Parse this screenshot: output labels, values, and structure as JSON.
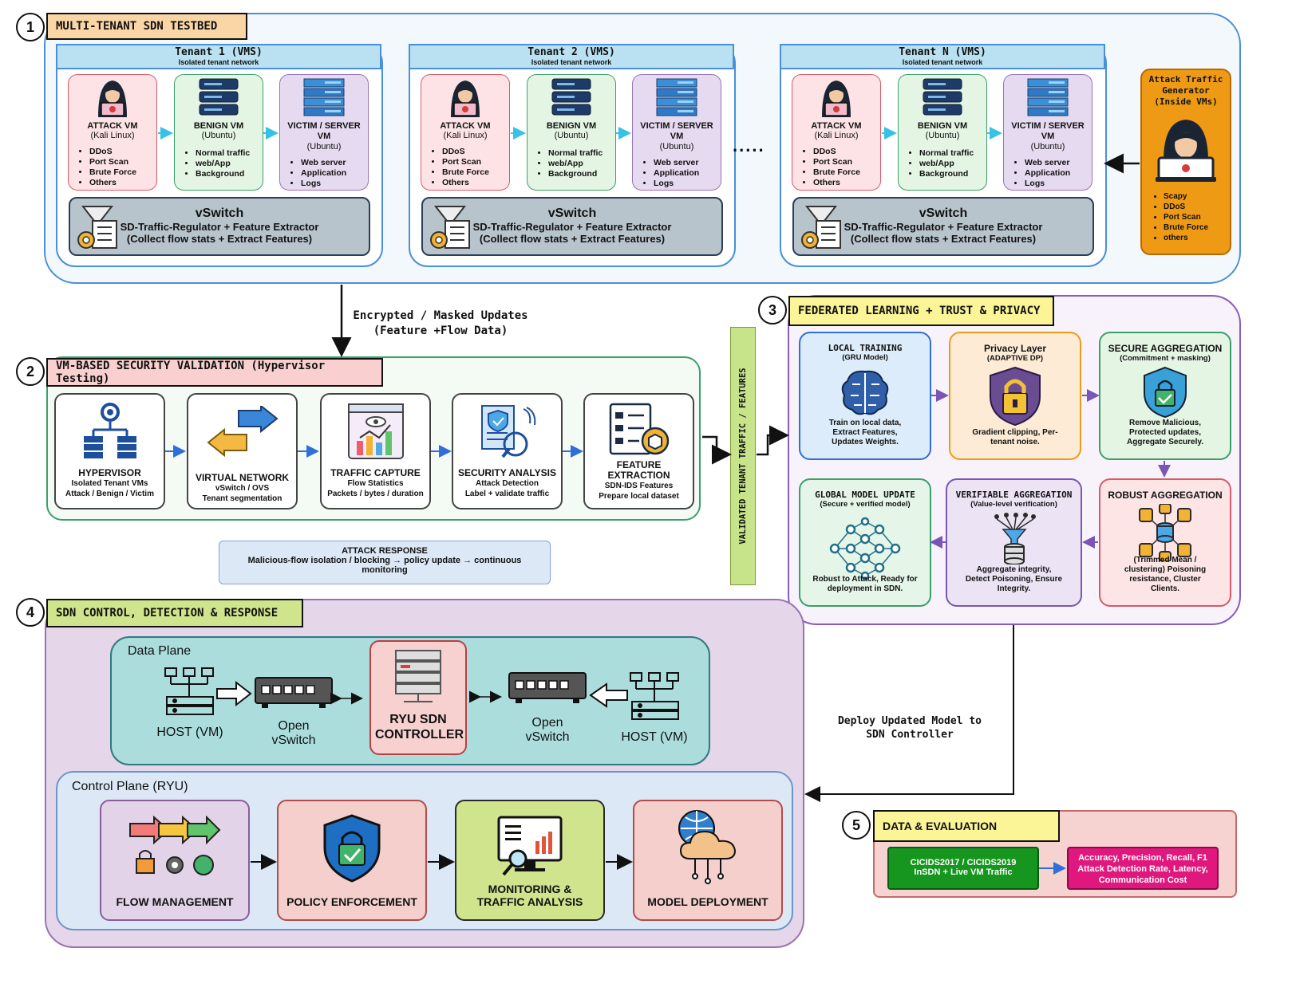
{
  "sections": {
    "s1": {
      "num": "1",
      "title": "MULTI-TENANT SDN TESTBED"
    },
    "s2": {
      "num": "2",
      "title": "VM-BASED SECURITY VALIDATION (Hypervisor Testing)"
    },
    "s3": {
      "num": "3",
      "title": "FEDERATED LEARNING + TRUST & PRIVACY"
    },
    "s4": {
      "num": "4",
      "title": "SDN CONTROL, DETECTION & RESPONSE"
    },
    "s5": {
      "num": "5",
      "title": "DATA & EVALUATION"
    }
  },
  "tenants": [
    {
      "title": "Tenant 1 (VMS)",
      "subtitle": "Isolated tenant network"
    },
    {
      "title": "Tenant 2 (VMS)",
      "subtitle": "Isolated tenant network"
    },
    {
      "title": "Tenant N (VMS)",
      "subtitle": "Isolated tenant network"
    }
  ],
  "vms": {
    "attack": {
      "title": "ATTACK VM",
      "os": "(Kali Linux)",
      "items": [
        "DDoS",
        "Port Scan",
        "Brute Force",
        "Others"
      ]
    },
    "benign": {
      "title": "BENIGN VM",
      "os": "(Ubuntu)",
      "items": [
        "Normal traffic",
        "web/App",
        "Background"
      ]
    },
    "victim": {
      "title": "VICTIM / SERVER VM",
      "os": "(Ubuntu)",
      "items": [
        "Web server",
        "Application",
        "Logs"
      ]
    }
  },
  "vswitch": {
    "title": "vSwitch",
    "line1": "SD-Traffic-Regulator + Feature Extractor",
    "line2": "(Collect flow stats + Extract Features)"
  },
  "ellipsis": ".....",
  "generator": {
    "title": "Attack Traffic Generator (Inside VMs)",
    "items": [
      "Scapy",
      "DDoS",
      "Port Scan",
      "Brute Force",
      "others"
    ]
  },
  "arrow_labels": {
    "encrypted": "Encrypted / Masked Updates",
    "encrypted2": "(Feature +Flow Data)",
    "validated": "VALIDATED TENANT TRAFFIC / FEATURES",
    "deploy": "Deploy Updated Model to",
    "deploy2": "SDN Controller"
  },
  "validation": [
    {
      "title": "HYPERVISOR",
      "l1": "Isolated Tenant VMs",
      "l2": "Attack / Benign / Victim"
    },
    {
      "title": "VIRTUAL NETWORK",
      "l1": "vSwitch / OVS",
      "l2": "Tenant segmentation"
    },
    {
      "title": "TRAFFIC CAPTURE",
      "l1": "Flow Statistics",
      "l2": "Packets / bytes / duration"
    },
    {
      "title": "SECURITY ANALYSIS",
      "l1": "Attack Detection",
      "l2": "Label + validate traffic"
    },
    {
      "title": "FEATURE EXTRACTION",
      "l1": "SDN-IDS Features",
      "l2": "Prepare local dataset"
    }
  ],
  "attack_response": {
    "title": "ATTACK RESPONSE",
    "text": "Malicious-flow isolation / blocking → policy update → continuous monitoring"
  },
  "fl": [
    {
      "title": "LOCAL TRAINING",
      "sub": "(GRU Model)",
      "desc": "Train on local data, Extract Features, Updates Weights."
    },
    {
      "title": "Privacy Layer",
      "sub": "(ADAPTIVE DP)",
      "desc": "Gradient clipping, Per-tenant noise."
    },
    {
      "title": "SECURE AGGREGATION",
      "sub": "(Commitment + masking)",
      "desc": "Remove Malicious, Protected updates, Aggregate Securely."
    },
    {
      "title": "GLOBAL MODEL UPDATE",
      "sub": "(Secure + verified model)",
      "desc": "Robust to Attack, Ready for deployment in SDN."
    },
    {
      "title": "VERIFIABLE AGGREGATION",
      "sub": "(Value-level verification)",
      "desc": "Aggregate integrity, Detect Poisoning, Ensure Integrity."
    },
    {
      "title": "ROBUST AGGREGATION",
      "sub": "",
      "desc": "(Trimmed Mean / clustering) Poisoning resistance, Cluster Clients."
    }
  ],
  "data_plane": {
    "label": "Data Plane",
    "host_left": "HOST (VM)",
    "switch_left": "Open vSwitch",
    "controller": "RYU SDN CONTROLLER",
    "switch_right": "Open vSwitch",
    "host_right": "HOST (VM)"
  },
  "control_plane": {
    "label": "Control Plane (RYU)",
    "boxes": [
      "FLOW MANAGEMENT",
      "POLICY ENFORCEMENT",
      "MONITORING & TRAFFIC ANALYSIS",
      "MODEL DEPLOYMENT"
    ]
  },
  "evaluation": {
    "datasets": "CICIDS2017 / CICIDS2019 InSDN + Live VM Traffic",
    "metrics": "Accuracy, Precision, Recall, F1 Attack Detection Rate, Latency, Communication Cost"
  },
  "colors": {
    "attack_vm": "#fde3e6",
    "benign_vm": "#e5f5e3",
    "victim_vm": "#e6daf0",
    "generator": "#ef9a14",
    "fl_border": "#7a55b5",
    "sdn_bg": "#e5d6ea",
    "data_plane_bg": "#acdddd",
    "control_plane_bg": "#dce8f5"
  }
}
